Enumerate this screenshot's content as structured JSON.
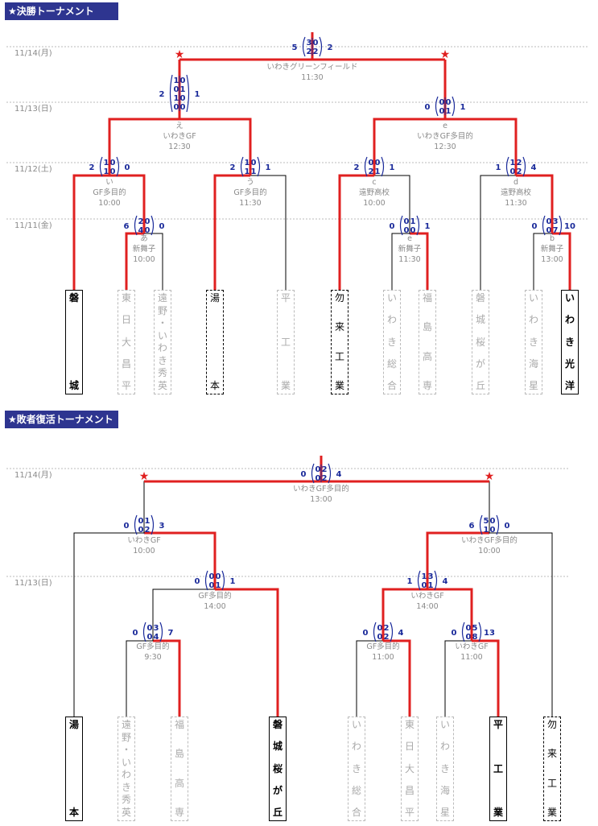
{
  "sections": {
    "final_title": "★決勝トーナメント",
    "repechage_title": "★敗者復活トーナメント"
  },
  "colors": {
    "banner": "#2e3590",
    "win_line": "#e02020",
    "score": "#1a2a9a",
    "star": "#e02020"
  },
  "final": {
    "dates": [
      "11/14(月)",
      "11/13(日)",
      "11/12(土)",
      "11/11(金)"
    ],
    "matches": {
      "a": {
        "code": "あ",
        "venue": "新舞子",
        "time": "10:00",
        "left_total": "6",
        "right_total": "0",
        "halves": [
          [
            "2",
            "0"
          ],
          [
            "4",
            "0"
          ]
        ]
      },
      "b": {
        "code": "b",
        "venue": "新舞子",
        "time": "13:00",
        "left_total": "0",
        "right_total": "10",
        "halves": [
          [
            "0",
            "3"
          ],
          [
            "0",
            "7"
          ]
        ]
      },
      "e": {
        "code": "e",
        "venue": "新舞子",
        "time": "11:30",
        "left_total": "0",
        "right_total": "1",
        "halves": [
          [
            "0",
            "1"
          ],
          [
            "0",
            "0"
          ]
        ]
      },
      "i": {
        "code": "い",
        "venue": "GF多目的",
        "time": "10:00",
        "left_total": "2",
        "right_total": "0",
        "halves": [
          [
            "1",
            "0"
          ],
          [
            "1",
            "0"
          ]
        ]
      },
      "u": {
        "code": "う",
        "venue": "GF多目的",
        "time": "11:30",
        "left_total": "2",
        "right_total": "1",
        "halves": [
          [
            "1",
            "0"
          ],
          [
            "1",
            "1"
          ]
        ]
      },
      "c": {
        "code": "c",
        "venue": "遠野高校",
        "time": "10:00",
        "left_total": "2",
        "right_total": "1",
        "halves": [
          [
            "0",
            "0"
          ],
          [
            "2",
            "1"
          ]
        ]
      },
      "d": {
        "code": "d",
        "venue": "遠野高校",
        "time": "11:30",
        "left_total": "1",
        "right_total": "4",
        "halves": [
          [
            "1",
            "2"
          ],
          [
            "0",
            "2"
          ]
        ]
      },
      "E": {
        "code": "え",
        "venue": "いわきGF",
        "time": "12:30",
        "left_total": "2",
        "right_total": "1",
        "halves": [
          [
            "1",
            "0"
          ],
          [
            "0",
            "1"
          ],
          [
            "1",
            "0"
          ],
          [
            "0",
            "0"
          ]
        ]
      },
      "ee": {
        "code": "e",
        "venue": "いわきGF多目的",
        "time": "12:30",
        "left_total": "0",
        "right_total": "1",
        "halves": [
          [
            "0",
            "0"
          ],
          [
            "0",
            "1"
          ]
        ]
      },
      "F": {
        "code": "",
        "venue": "いわきグリーンフィールド",
        "time": "11:30",
        "left_total": "5",
        "right_total": "2",
        "halves": [
          [
            "3",
            "0"
          ],
          [
            "2",
            "2"
          ]
        ]
      }
    },
    "teams": [
      "磐城",
      "東日大昌平",
      "遠野・いわき秀英",
      "湯本",
      "平工業",
      "勿来工業",
      "いわき総合",
      "福島高専",
      "磐城桜が丘",
      "いわき海星",
      "いわき光洋"
    ]
  },
  "repechage": {
    "dates": [
      "11/14(月)",
      "11/13(日)"
    ],
    "matches": {
      "r1": {
        "venue": "GF多目的",
        "time": "9:30",
        "left_total": "0",
        "right_total": "7",
        "halves": [
          [
            "0",
            "3"
          ],
          [
            "0",
            "4"
          ]
        ]
      },
      "r2": {
        "venue": "GF多目的",
        "time": "11:00",
        "left_total": "0",
        "right_total": "4",
        "halves": [
          [
            "0",
            "2"
          ],
          [
            "0",
            "2"
          ]
        ]
      },
      "r3": {
        "venue": "いわきGF",
        "time": "11:00",
        "left_total": "0",
        "right_total": "13",
        "halves": [
          [
            "0",
            "5"
          ],
          [
            "0",
            "8"
          ]
        ]
      },
      "r4": {
        "venue": "GF多目的",
        "time": "14:00",
        "left_total": "0",
        "right_total": "1",
        "halves": [
          [
            "0",
            "0"
          ],
          [
            "0",
            "1"
          ]
        ]
      },
      "r5": {
        "venue": "いわきGF",
        "time": "14:00",
        "left_total": "1",
        "right_total": "4",
        "halves": [
          [
            "1",
            "3"
          ],
          [
            "0",
            "1"
          ]
        ]
      },
      "r6": {
        "venue": "いわきGF",
        "time": "10:00",
        "left_total": "0",
        "right_total": "3",
        "halves": [
          [
            "0",
            "1"
          ],
          [
            "0",
            "2"
          ]
        ]
      },
      "r7": {
        "venue": "いわきGF多目的",
        "time": "10:00",
        "left_total": "6",
        "right_total": "0",
        "halves": [
          [
            "5",
            "0"
          ],
          [
            "1",
            "0"
          ]
        ]
      },
      "r8": {
        "venue": "いわきGF多目的",
        "time": "13:00",
        "left_total": "0",
        "right_total": "4",
        "halves": [
          [
            "0",
            "2"
          ],
          [
            "0",
            "2"
          ]
        ]
      }
    },
    "teams": [
      "湯本",
      "遠野・いわき秀英",
      "福島高専",
      "磐城桜が丘",
      "いわき総合",
      "東日大昌平",
      "いわき海星",
      "平工業",
      "勿来工業"
    ]
  }
}
